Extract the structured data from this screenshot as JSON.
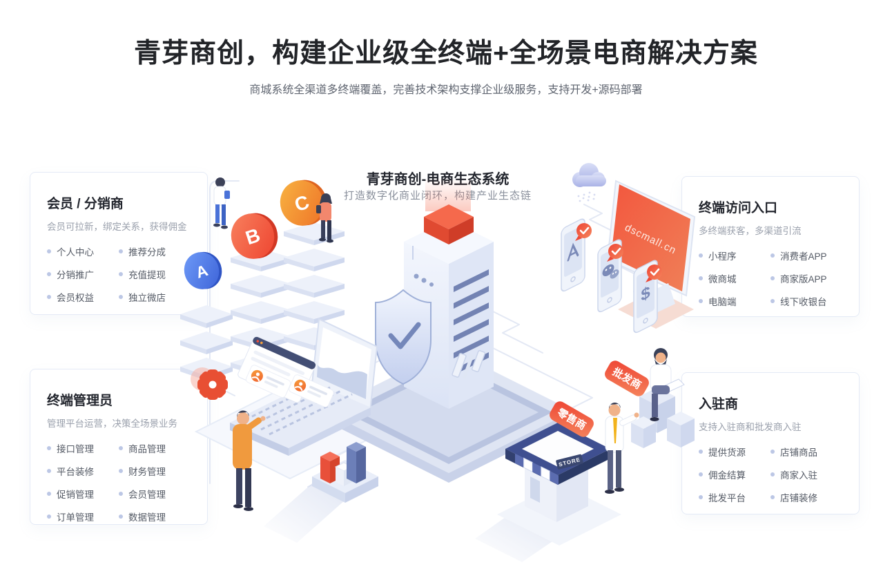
{
  "page": {
    "title": "青芽商创，构建企业级全终端+全场景电商解决方案",
    "subtitle": "商城系统全渠道多终端覆盖，完善技术架构支撑企业级服务，支持开发+源码部署"
  },
  "center": {
    "title": "青芽商创-电商生态系统",
    "subtitle": "打造数字化商业闭环，构建产业生态链"
  },
  "cards": {
    "members": {
      "title": "会员 / 分销商",
      "subtitle": "会员可拉新，绑定关系，获得佣金",
      "items": [
        "个人中心",
        "推荐分成",
        "分销推广",
        "充值提现",
        "会员权益",
        "独立微店"
      ]
    },
    "terminals": {
      "title": "终端访问入口",
      "subtitle": "多终端获客，多渠道引流",
      "items": [
        "小程序",
        "消费者APP",
        "微商城",
        "商家版APP",
        "电脑端",
        "线下收银台"
      ]
    },
    "admin": {
      "title": "终端管理员",
      "subtitle": "管理平台运营，决策全场景业务",
      "items": [
        "接口管理",
        "商品管理",
        "平台装修",
        "财务管理",
        "促销管理",
        "会员管理",
        "订单管理",
        "数据管理"
      ]
    },
    "merchants": {
      "title": "入驻商",
      "subtitle": "支持入驻商和批发商入驻",
      "items": [
        "提供货源",
        "店铺商品",
        "佣金结算",
        "商家入驻",
        "批发平台",
        "店铺装修"
      ]
    }
  },
  "illustration": {
    "domain_label": "dscmall.cn",
    "store_sign": "STORE",
    "tag_retailer": "零售商",
    "tag_wholesaler": "批发商",
    "coin_a": "A",
    "coin_b": "B",
    "coin_c": "C",
    "dollar_glyph": "$"
  },
  "colors": {
    "accent_red": "#f25a41",
    "accent_orange": "#f6a13c",
    "accent_blue": "#4a7df0",
    "navy_store": "#3f4f90",
    "line": "#e3e8f4",
    "bullet": "#bcc7e5",
    "title_text": "#222428",
    "subtitle_text": "#5f6570",
    "muted_text": "#9aa0ac",
    "item_text": "#555b66",
    "card_border": "#e4eaf6"
  }
}
